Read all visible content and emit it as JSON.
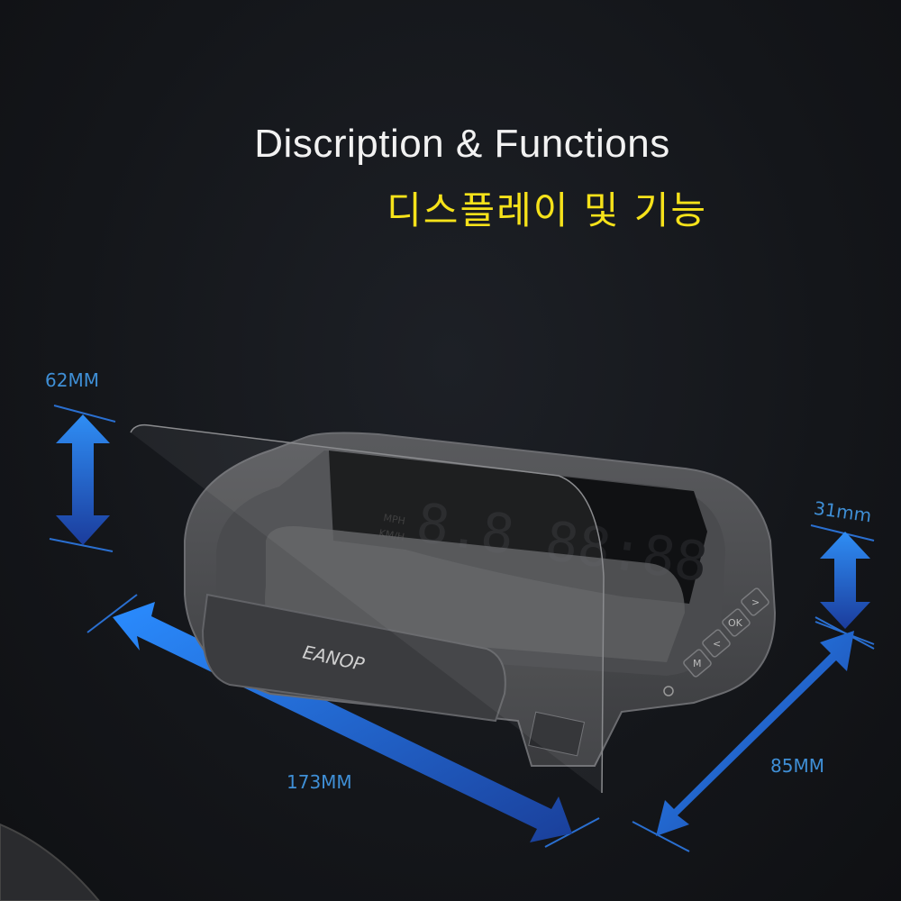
{
  "header": {
    "title": "Discription & Functions",
    "subtitle": "디스플레이 및 기능"
  },
  "dimensions": {
    "height": "62MM",
    "length": "173MM",
    "depth": "31mm",
    "width": "85MM"
  },
  "device": {
    "brand": "EANOP",
    "buttons": [
      "M",
      "<",
      "OK",
      ">"
    ],
    "display_units": [
      "MPH",
      "KM/H"
    ]
  },
  "colors": {
    "background": "#15171c",
    "title": "#f2f2f2",
    "subtitle": "#f6e21a",
    "arrow": "#1f6fe0",
    "label": "#3f8fd6"
  }
}
